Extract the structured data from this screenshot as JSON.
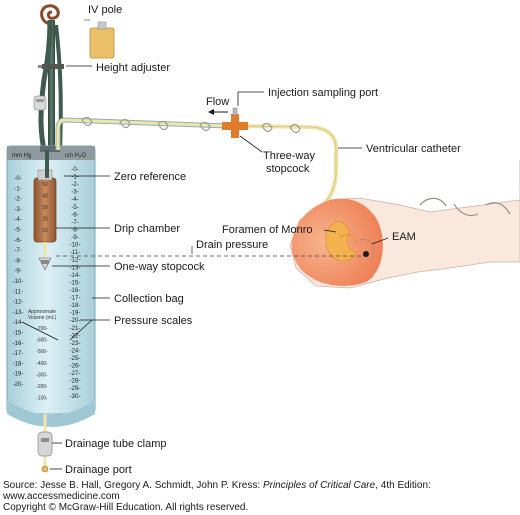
{
  "labels": {
    "iv_pole": "IV pole",
    "height_adjuster": "Height adjuster",
    "flow": "Flow",
    "injection_port": "Injection sampling port",
    "threeway_1": "Three-way",
    "threeway_2": "stopcock",
    "ventricular_catheter": "Ventricular catheter",
    "zero_reference": "Zero reference",
    "drip_chamber": "Drip chamber",
    "foramen": "Foramen of Monro",
    "eam": "EAM",
    "drain_pressure": "Drain pressure",
    "oneway_stopcock": "One-way stopcock",
    "collection_bag": "Collection bag",
    "pressure_scales": "Pressure scales",
    "drainage_clamp": "Drainage tube clamp",
    "drainage_port": "Drainage port"
  },
  "scales": {
    "mmhg_header": "mm Hg",
    "cmh2o_header": "cm H₂O",
    "mmhg_ticks": [
      "-0-",
      "-1-",
      "-2-",
      "-3-",
      "-4-",
      "-5-",
      "-6-",
      "-7-",
      "-8-",
      "-9-",
      "-10-",
      "-11-",
      "-12-",
      "-13-",
      "-14-",
      "-15-",
      "-16-",
      "-17-",
      "-18-",
      "-19-",
      "-20-"
    ],
    "cmh2o_ticks": [
      "-0-",
      "-1-",
      "-2-",
      "-3-",
      "-4-",
      "-5-",
      "-6-",
      "-7-",
      "-8-",
      "-9-",
      "-10-",
      "-11-",
      "-12-",
      "-13-",
      "-14-",
      "-15-",
      "-16-",
      "-17-",
      "-18-",
      "-19-",
      "-20-",
      "-21-",
      "-22-",
      "-23-",
      "-24-",
      "-25-",
      "-26-",
      "-27-",
      "-28-",
      "-29-",
      "-30-"
    ],
    "drip_ticks": [
      "50",
      "40",
      "30",
      "20",
      "10"
    ],
    "volume_title_1": "Approximate",
    "volume_title_2": "Volume (mL)",
    "volume_ticks": [
      "-700-",
      "-600-",
      "-500-",
      "-400-",
      "-300-",
      "-200-",
      "-100-"
    ]
  },
  "source": {
    "prefix": "Source: Jesse B. Hall, Gregory A. Schmidt, John P. Kress: ",
    "book": "Principles of Critical Care",
    "suffix": ", 4th Edition:",
    "url": "www.accessmedicine.com",
    "copyright": "Copyright © McGraw-Hill Education. All rights reserved."
  },
  "colors": {
    "tube_green": "#3f5a4e",
    "bag_blue": "#c9e4ec",
    "drip_brown": "#a8683f",
    "iv_bag": "#ebc069",
    "catheter_yellow": "#f1e4a8",
    "stopcock_orange": "#e07a2c",
    "head_peach": "#f4a37c",
    "brain_orange": "#f3b24e"
  }
}
